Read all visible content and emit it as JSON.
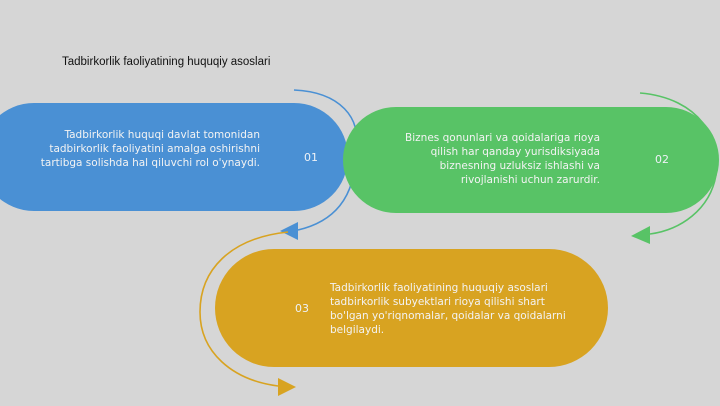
{
  "title": "Tadbirkorlik faoliyatining huquqiy asoslari",
  "steps": [
    {
      "number": "01",
      "text": "Tadbirkorlik huquqi davlat tomonidan tadbirkorlik faoliyatini amalga oshirishni tartibga solishda hal qiluvchi rol o'ynaydi.",
      "color": "#4a90d4"
    },
    {
      "number": "02",
      "text": "Biznes qonunlari va qoidalariga rioya qilish har qanday yurisdiksiyada biznesning uzluksiz ishlashi va rivojlanishi uchun zarurdir.",
      "color": "#58c366"
    },
    {
      "number": "03",
      "text": "Tadbirkorlik faoliyatining huquqiy asoslari tadbirkorlik subyektlari rioya qilishi shart bo'lgan yo'riqnomalar, qoidalar va qoidalarni belgilaydi.",
      "color": "#d8a321"
    }
  ],
  "background": "#d6d6d6"
}
